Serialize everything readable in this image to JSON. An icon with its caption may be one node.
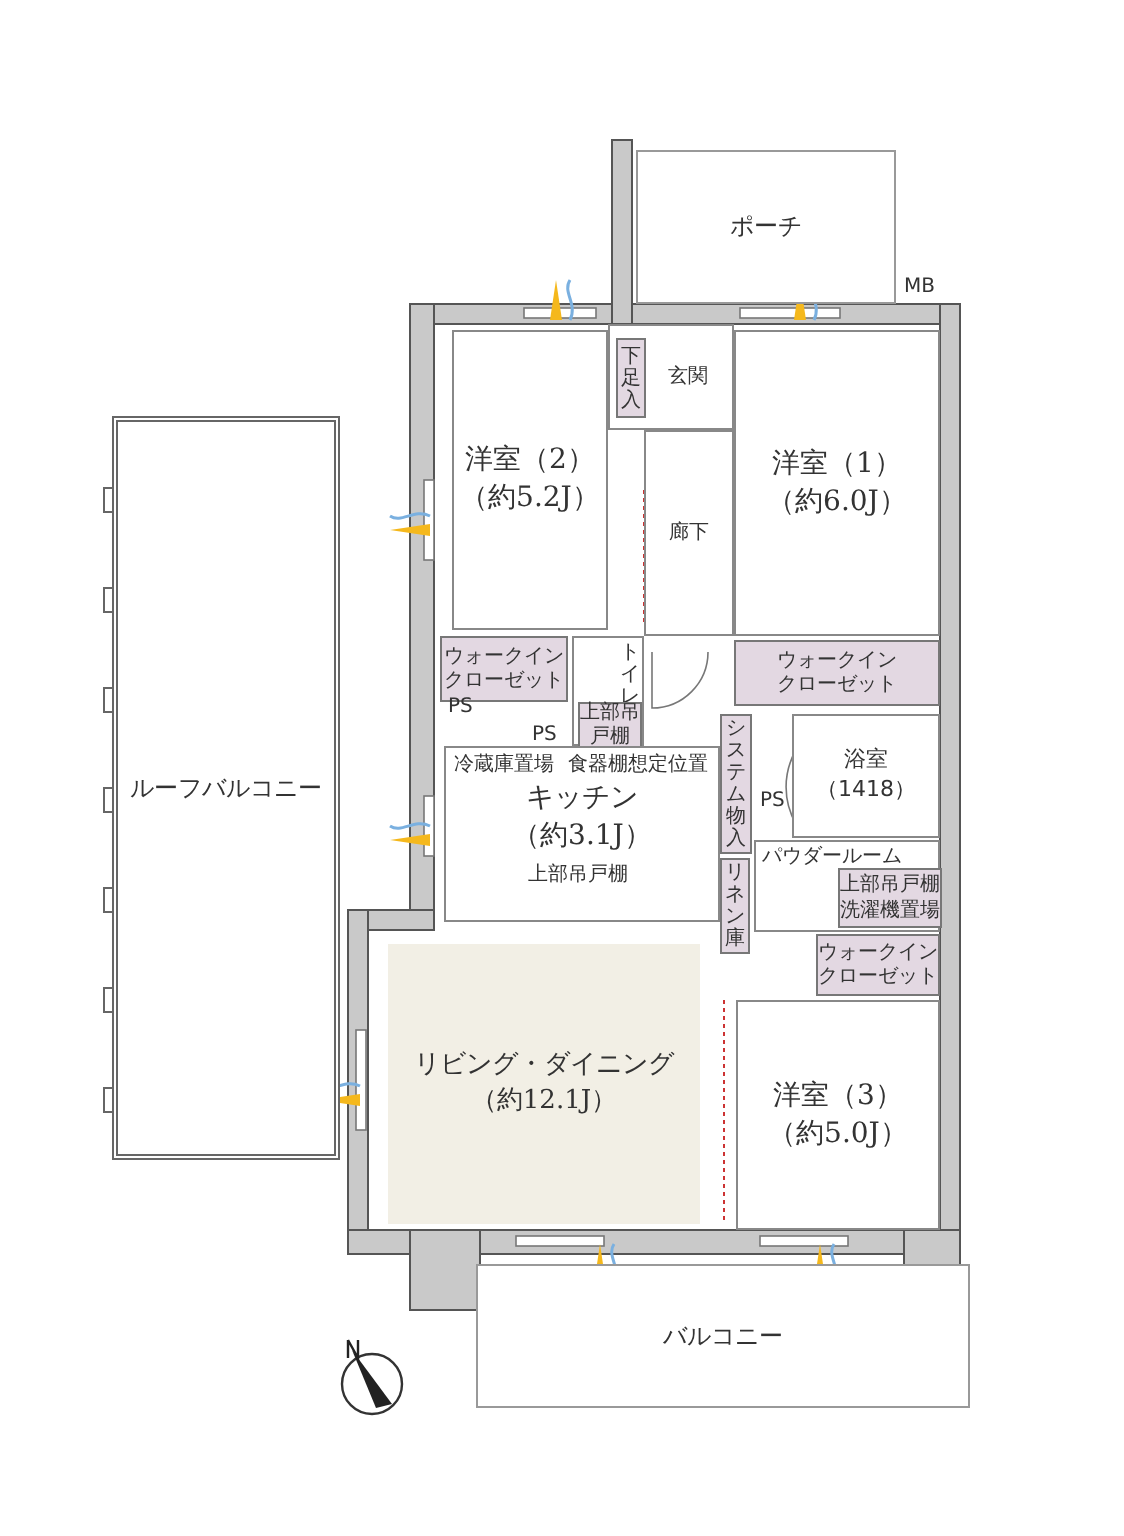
{
  "diagram": {
    "nodes": [
      {
        "text": [
          "ポーチ"
        ]
      },
      {
        "text": [
          "洋室（2）",
          "（約5.2J）"
        ]
      },
      {
        "text": [
          "玄関"
        ]
      },
      {
        "text": [
          "下足入"
        ],
        "in": 2
      },
      {
        "text": [
          "洋室（1）",
          "（約6.0J）"
        ]
      },
      {
        "text": [
          "廊下"
        ]
      },
      {
        "text": [
          "ルーフバルコニー"
        ]
      },
      {
        "text": [
          "ウォークインクローゼット"
        ]
      },
      {
        "text": [
          "トイレ"
        ]
      },
      {
        "text": [
          "上部吊戸棚"
        ],
        "in": 8
      },
      {
        "text": [
          "ウォークインクローゼット"
        ]
      },
      {
        "text": [
          "システム物入"
        ]
      },
      {
        "text": [
          "浴室",
          "（1418）"
        ]
      },
      {
        "text": [
          "キッチン",
          "（約3.1J）"
        ]
      },
      {
        "text": [
          "リネン庫"
        ]
      },
      {
        "text": [
          "パウダールーム"
        ]
      },
      {
        "text": [
          "上部吊戸棚",
          "洗濯機置場"
        ],
        "in": 15
      },
      {
        "text": [
          "ウォークインクローゼット"
        ]
      },
      {
        "text": [
          "リビング・ダイニング",
          "（約12.1J）"
        ]
      },
      {
        "text": [
          "洋室（3）",
          "（約5.0J）"
        ]
      },
      {
        "text": [
          "バルコニー"
        ]
      }
    ],
    "labels": [
      "MB",
      "PS",
      "PS",
      "冷蔵庫置場",
      "食器棚想定位置",
      "PS",
      "上部吊戸棚"
    ]
  }
}
